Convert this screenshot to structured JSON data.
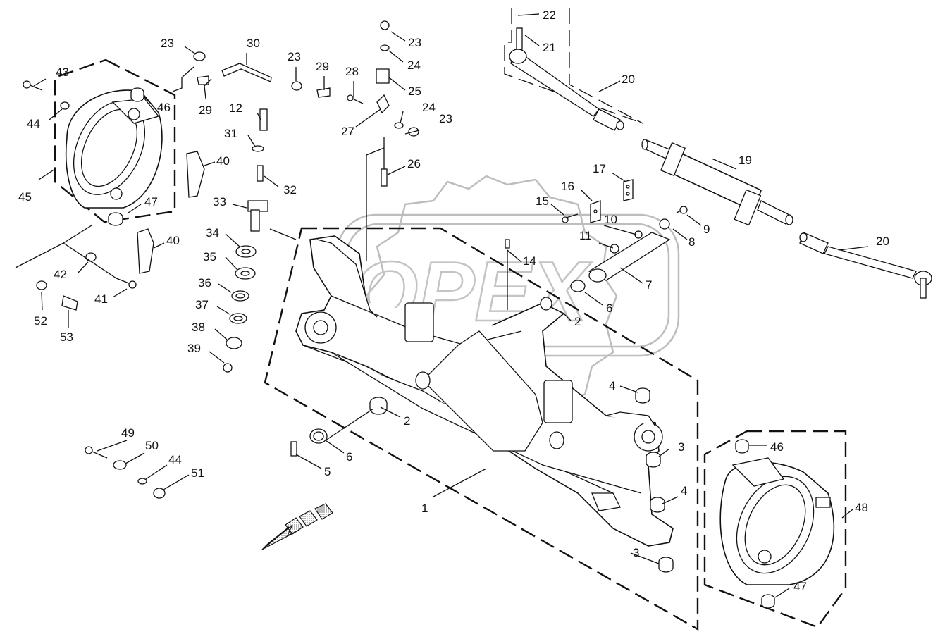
{
  "watermark": "OPEX",
  "callouts": [
    {
      "id": "c1",
      "text": "1"
    },
    {
      "id": "c2a",
      "text": "2"
    },
    {
      "id": "c2b",
      "text": "2"
    },
    {
      "id": "c3a",
      "text": "3"
    },
    {
      "id": "c3b",
      "text": "3"
    },
    {
      "id": "c4a",
      "text": "4"
    },
    {
      "id": "c4b",
      "text": "4"
    },
    {
      "id": "c5",
      "text": "5"
    },
    {
      "id": "c6a",
      "text": "6"
    },
    {
      "id": "c6b",
      "text": "6"
    },
    {
      "id": "c7",
      "text": "7"
    },
    {
      "id": "c8",
      "text": "8"
    },
    {
      "id": "c9",
      "text": "9"
    },
    {
      "id": "c10",
      "text": "10"
    },
    {
      "id": "c11",
      "text": "11"
    },
    {
      "id": "c12",
      "text": "12"
    },
    {
      "id": "c14",
      "text": "14"
    },
    {
      "id": "c15",
      "text": "15"
    },
    {
      "id": "c16",
      "text": "16"
    },
    {
      "id": "c17",
      "text": "17"
    },
    {
      "id": "c19",
      "text": "19"
    },
    {
      "id": "c20a",
      "text": "20"
    },
    {
      "id": "c20b",
      "text": "20"
    },
    {
      "id": "c21",
      "text": "21"
    },
    {
      "id": "c22",
      "text": "22"
    },
    {
      "id": "c23a",
      "text": "23"
    },
    {
      "id": "c23b",
      "text": "23"
    },
    {
      "id": "c23c",
      "text": "23"
    },
    {
      "id": "c23d",
      "text": "23"
    },
    {
      "id": "c24a",
      "text": "24"
    },
    {
      "id": "c24b",
      "text": "24"
    },
    {
      "id": "c25",
      "text": "25"
    },
    {
      "id": "c26",
      "text": "26"
    },
    {
      "id": "c27",
      "text": "27"
    },
    {
      "id": "c28",
      "text": "28"
    },
    {
      "id": "c29a",
      "text": "29"
    },
    {
      "id": "c29b",
      "text": "29"
    },
    {
      "id": "c30",
      "text": "30"
    },
    {
      "id": "c31",
      "text": "31"
    },
    {
      "id": "c32",
      "text": "32"
    },
    {
      "id": "c33",
      "text": "33"
    },
    {
      "id": "c34",
      "text": "34"
    },
    {
      "id": "c35",
      "text": "35"
    },
    {
      "id": "c36",
      "text": "36"
    },
    {
      "id": "c37",
      "text": "37"
    },
    {
      "id": "c38",
      "text": "38"
    },
    {
      "id": "c39",
      "text": "39"
    },
    {
      "id": "c40a",
      "text": "40"
    },
    {
      "id": "c40b",
      "text": "40"
    },
    {
      "id": "c41",
      "text": "41"
    },
    {
      "id": "c42",
      "text": "42"
    },
    {
      "id": "c43",
      "text": "43"
    },
    {
      "id": "c44a",
      "text": "44"
    },
    {
      "id": "c44b",
      "text": "44"
    },
    {
      "id": "c45",
      "text": "45"
    },
    {
      "id": "c46a",
      "text": "46"
    },
    {
      "id": "c46b",
      "text": "46"
    },
    {
      "id": "c47a",
      "text": "47"
    },
    {
      "id": "c47b",
      "text": "47"
    },
    {
      "id": "c48",
      "text": "48"
    },
    {
      "id": "c49",
      "text": "49"
    },
    {
      "id": "c50",
      "text": "50"
    },
    {
      "id": "c51",
      "text": "51"
    },
    {
      "id": "c52",
      "text": "52"
    },
    {
      "id": "c53",
      "text": "53"
    }
  ]
}
